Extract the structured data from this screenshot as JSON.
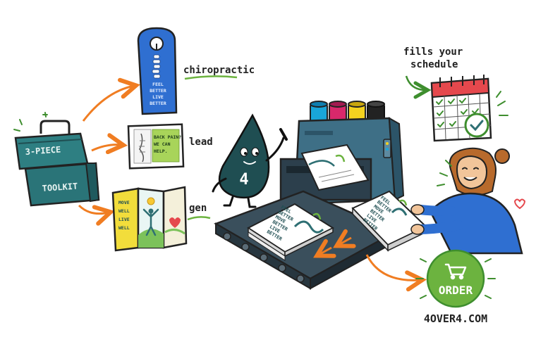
{
  "toolbox": {
    "top_text": "3-PIECE",
    "bottom_text": "TOOLKIT"
  },
  "labels": {
    "chiropractic": "chiropractic",
    "lead": "lead",
    "gen": "gen",
    "fills_line1": "fills your",
    "fills_line2": "schedule"
  },
  "door_hanger": {
    "lines": [
      "FEEL",
      "BETTER",
      "LIVE",
      "BETTER"
    ]
  },
  "postcard": {
    "lines": [
      "BACK PAIN?",
      "WE CAN",
      "HELP."
    ]
  },
  "brochure": {
    "lines": [
      "MOVE",
      "WELL",
      "LIVE",
      "WELL"
    ]
  },
  "mascot": {
    "number": "4"
  },
  "printed_stack": {
    "lines": [
      "FEEL",
      "BETTER",
      "MOVE",
      "BETTER",
      "LIVE",
      "BETTER"
    ]
  },
  "held_stack": {
    "lines": [
      "FEEL",
      "BETTER",
      "MOVE",
      "BETTER",
      "LIVE",
      "BETTER"
    ]
  },
  "order": {
    "label": "ORDER",
    "url": "4OVER4.COM"
  },
  "colors": {
    "teal": "#2e6f73",
    "teal_dark": "#1f4e52",
    "orange": "#f07d22",
    "green": "#6cb33f",
    "blue": "#2f6fd1",
    "ink": "#222222"
  }
}
